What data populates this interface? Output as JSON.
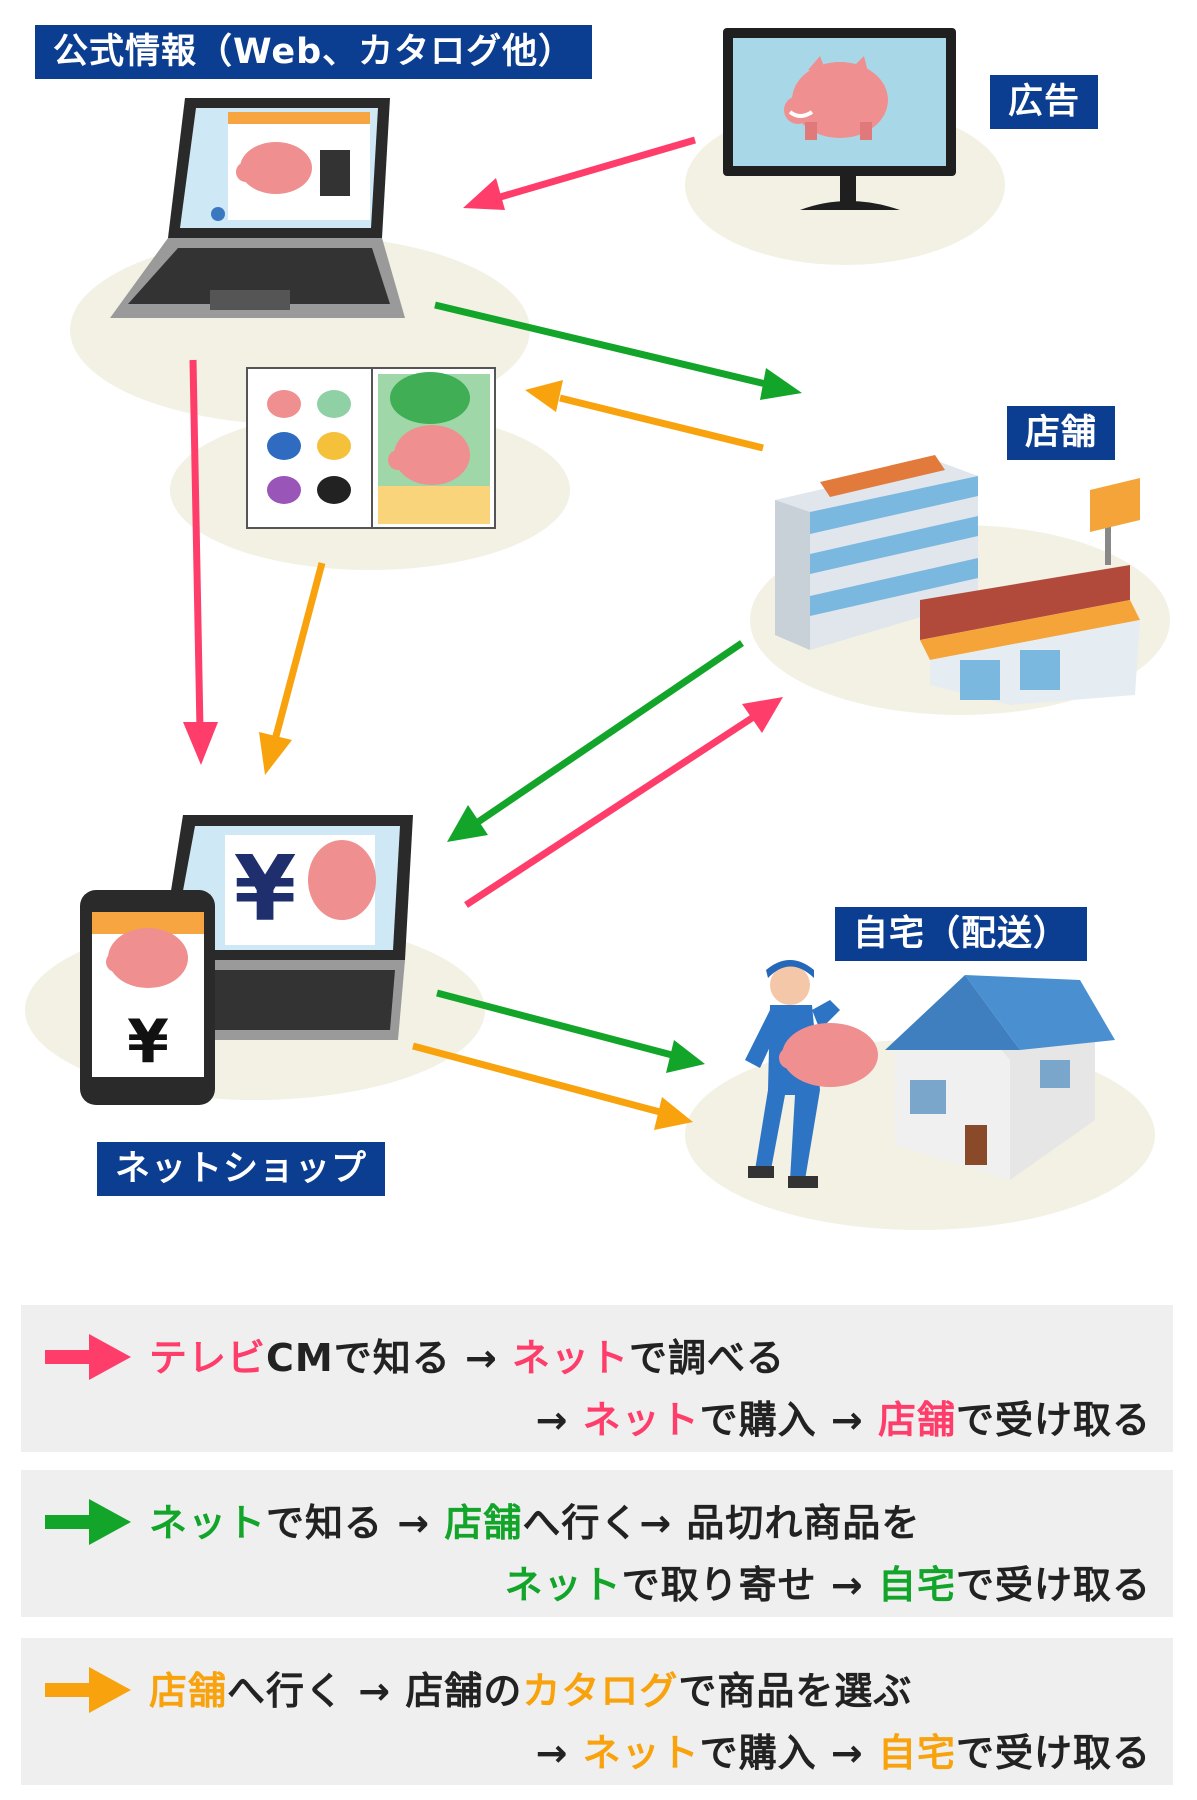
{
  "labels": {
    "official": "公式情報（Web、カタログ他）",
    "ad": "広告",
    "store": "店舗",
    "home": "自宅（配送）",
    "netshop": "ネットショップ"
  },
  "screens": {
    "yen_laptop": "¥",
    "yen_phone": "¥"
  },
  "colors": {
    "pink": "#ff3d6a",
    "green": "#12a52a",
    "orange": "#f8a30d",
    "label_bg": "#0b3d91"
  },
  "icons": [
    "monitor-icon",
    "laptop-icon",
    "catalog-icon",
    "store-buildings-icon",
    "laptop-yen-icon",
    "smartphone-yen-icon",
    "delivery-person-icon",
    "house-icon"
  ],
  "legend": [
    {
      "line1": [
        {
          "t": "テレビ",
          "c": "pink"
        },
        {
          "t": "CMで知る → ",
          "c": ""
        },
        {
          "t": "ネット",
          "c": "pink"
        },
        {
          "t": "で調べる",
          "c": ""
        }
      ],
      "line2": [
        {
          "t": "→ ",
          "c": ""
        },
        {
          "t": "ネット",
          "c": "pink"
        },
        {
          "t": "で購入 → ",
          "c": ""
        },
        {
          "t": "店舗",
          "c": "pink"
        },
        {
          "t": "で受け取る",
          "c": ""
        }
      ]
    },
    {
      "line1": [
        {
          "t": "ネット",
          "c": "green"
        },
        {
          "t": "で知る → ",
          "c": ""
        },
        {
          "t": "店舗",
          "c": "green"
        },
        {
          "t": "へ行く→ 品切れ商品を",
          "c": ""
        }
      ],
      "line2": [
        {
          "t": "ネット",
          "c": "green"
        },
        {
          "t": "で取り寄せ → ",
          "c": ""
        },
        {
          "t": "自宅",
          "c": "green"
        },
        {
          "t": "で受け取る",
          "c": ""
        }
      ]
    },
    {
      "line1": [
        {
          "t": "店舗",
          "c": "orange"
        },
        {
          "t": "へ行く → 店舗の",
          "c": ""
        },
        {
          "t": "カタログ",
          "c": "orange"
        },
        {
          "t": "で商品を選ぶ",
          "c": ""
        }
      ],
      "line2": [
        {
          "t": "→ ",
          "c": ""
        },
        {
          "t": "ネット",
          "c": "orange"
        },
        {
          "t": "で購入 → ",
          "c": ""
        },
        {
          "t": "自宅",
          "c": "orange"
        },
        {
          "t": "で受け取る",
          "c": ""
        }
      ]
    }
  ]
}
